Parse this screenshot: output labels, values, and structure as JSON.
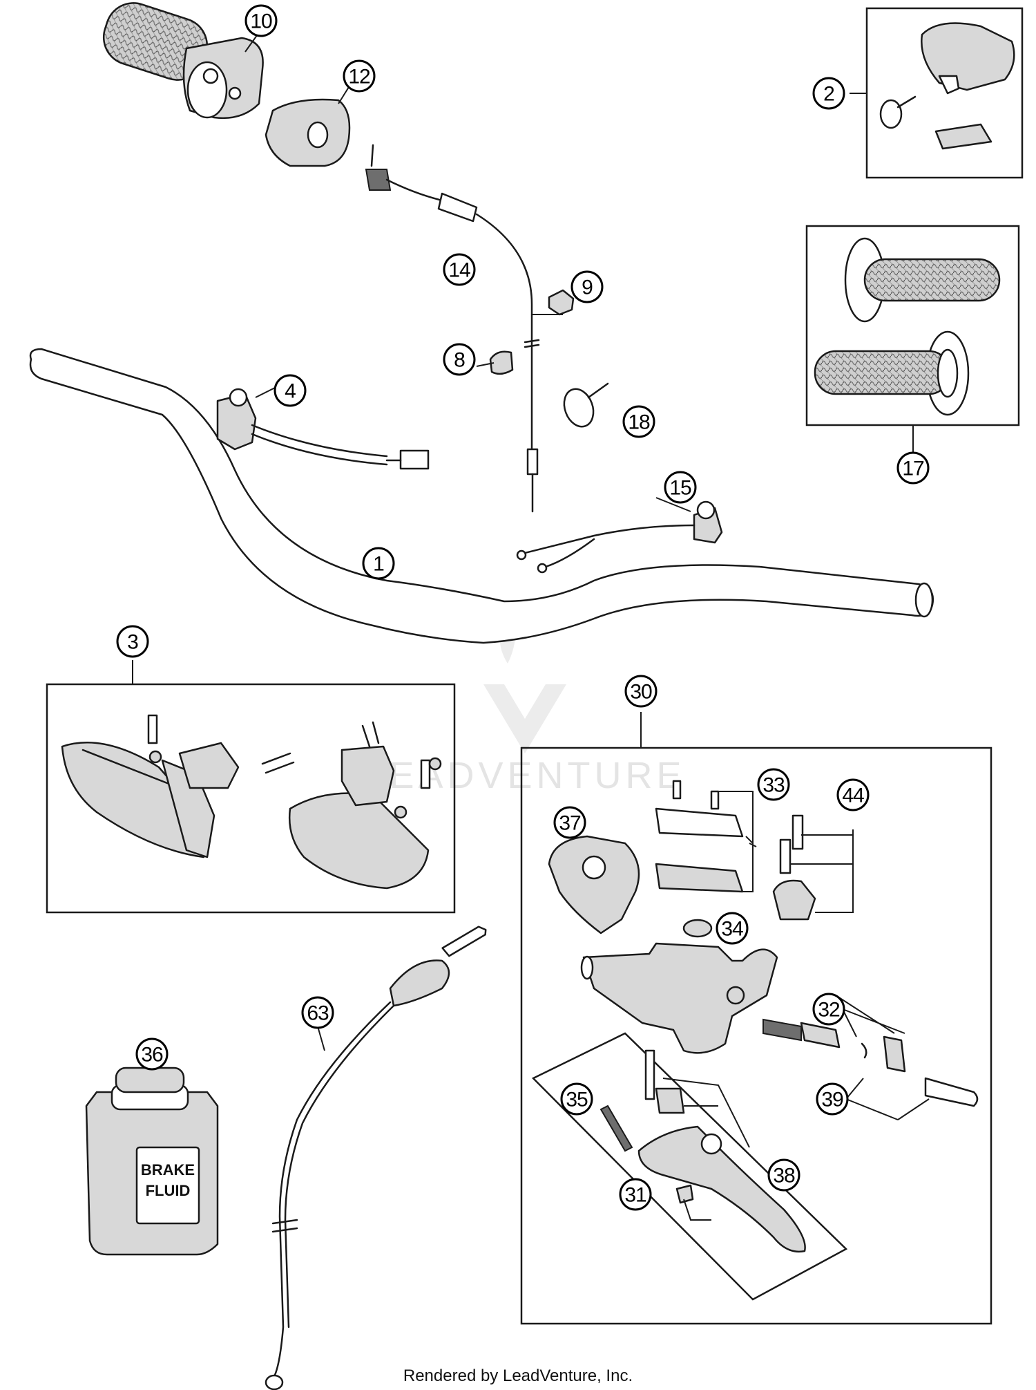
{
  "callouts": [
    {
      "label": "10"
    },
    {
      "label": "12"
    },
    {
      "label": "2"
    },
    {
      "label": "14"
    },
    {
      "label": "9"
    },
    {
      "label": "8"
    },
    {
      "label": "4"
    },
    {
      "label": "18"
    },
    {
      "label": "17"
    },
    {
      "label": "15"
    },
    {
      "label": "1"
    },
    {
      "label": "3"
    },
    {
      "label": "30"
    },
    {
      "label": "33"
    },
    {
      "label": "44"
    },
    {
      "label": "37"
    },
    {
      "label": "34"
    },
    {
      "label": "32"
    },
    {
      "label": "63"
    },
    {
      "label": "36"
    },
    {
      "label": "35"
    },
    {
      "label": "39"
    },
    {
      "label": "38"
    },
    {
      "label": "31"
    }
  ],
  "brake_fluid_label": {
    "line1": "BRAKE",
    "line2": "FLUID"
  },
  "watermark": "LEADVENTURE",
  "footer": "Rendered by LeadVenture, Inc."
}
